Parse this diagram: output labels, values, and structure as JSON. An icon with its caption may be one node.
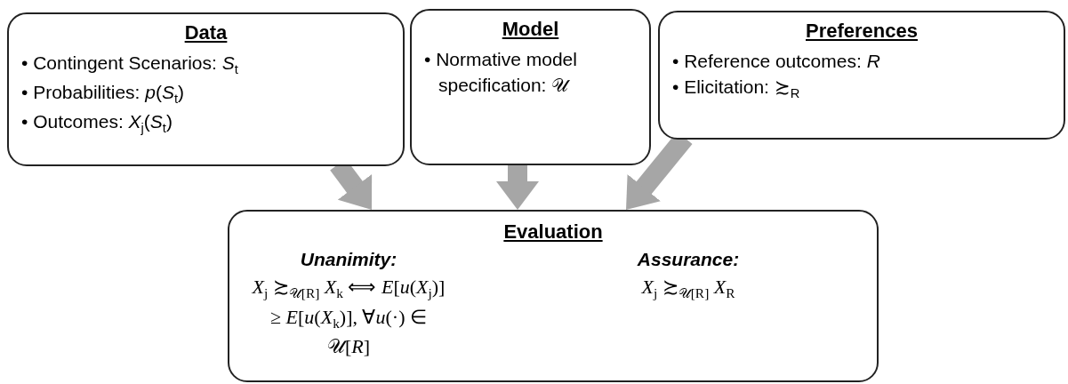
{
  "diagram": {
    "nodes": [
      {
        "text": [
          "Data",
          "• Contingent Scenarios: *S*$_{t}$",
          "• Probabilities: *p*(*S*$_{t}$)",
          "• Outcomes: *X*$_{j}$(*S*$_{t}$)"
        ]
      },
      {
        "text": [
          "Model",
          "• Normative model specification: 𝒰"
        ]
      },
      {
        "text": [
          "Preferences",
          "• Reference outcomes: *R*",
          "• Elicitation: ≿$_{R}$"
        ]
      },
      {
        "text": [
          "Evaluation",
          "Unanimity:",
          "*X*$_{j}$ ≿$_{𝒰[R]}$ *X*$_{k}$ ⟺ *E*[*u*(*X*$_{j}$)] ≥ *E*[*u*(*X*$_{k}$)], ∀*u*(·) ∈ 𝒰[*R*]",
          "Assurance:",
          "*X*$_{j}$ ≿$_{𝒰[R]}$ *X*$_{R}$"
        ]
      }
    ],
    "edges": [
      {
        "from": 0,
        "to": 3,
        "arrow": "to"
      },
      {
        "from": 1,
        "to": 3,
        "arrow": "to"
      },
      {
        "from": 2,
        "to": 3,
        "arrow": "to"
      }
    ]
  }
}
